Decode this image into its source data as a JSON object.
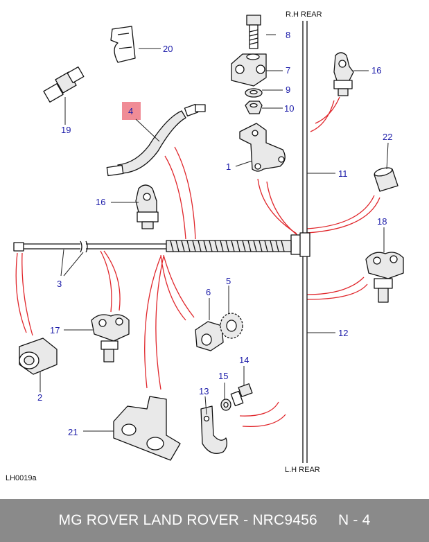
{
  "corner_labels": {
    "rh_rear": "R.H REAR",
    "lh_rear": "L.H REAR",
    "figure_id": "LH0019a"
  },
  "callouts": {
    "c1": "1",
    "c2": "2",
    "c3": "3",
    "c4": "4",
    "c5": "5",
    "c6": "6",
    "c7": "7",
    "c8": "8",
    "c9": "9",
    "c10": "10",
    "c11": "11",
    "c12": "12",
    "c13": "13",
    "c14": "14",
    "c15": "15",
    "c16a": "16",
    "c16b": "16",
    "c17": "17",
    "c18": "18",
    "c19": "19",
    "c20": "20",
    "c21": "21",
    "c22": "22"
  },
  "colors": {
    "callout_text": "#1a1aa8",
    "highlight": "#f08c96",
    "flow_lines": "#e0262b",
    "footer_bg": "#8a8a8a"
  },
  "footer": {
    "title": "MG ROVER LAND ROVER - NRC9456",
    "page": "N - 4"
  }
}
